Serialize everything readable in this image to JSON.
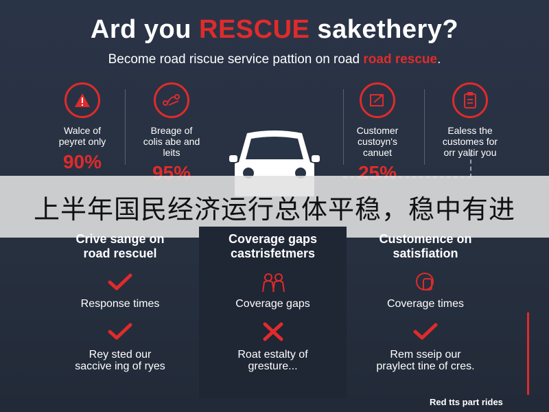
{
  "header": {
    "title_pre": "Ard you ",
    "title_accent": "RESCUE",
    "title_post": " sakethery?",
    "subtitle_pre": "Become road riscue service pattion on road ",
    "subtitle_accent": "road rescue",
    "subtitle_post": "."
  },
  "stats": [
    {
      "icon": "warning-icon",
      "line1": "Walce of",
      "line2": "peyret only",
      "value": "90%"
    },
    {
      "icon": "route-icon",
      "line1": "Breage of",
      "line2": "colis abe and",
      "line3": "leits",
      "value": "95%"
    },
    {
      "icon": "document-icon",
      "line1": "Customer",
      "line2": "custoyn's",
      "line3": "canuet",
      "value": "25%"
    },
    {
      "icon": "clipboard-icon",
      "line1": "Ealess the",
      "line2": "customes for",
      "line3": "orr yaltir you",
      "value": ""
    }
  ],
  "banner": {
    "text": "上半年国民经济运行总体平稳，稳中有进"
  },
  "columns": [
    {
      "heading1": "Crive sange on",
      "heading2": "road rescuel",
      "item1_icon": "check-icon",
      "item1_label": "Response times",
      "item2_icon": "check-icon",
      "item2_line1": "Rey sted our",
      "item2_line2": "saccive ing of ryes"
    },
    {
      "heading1": "Coverage gaps",
      "heading2": "castrisfetmers",
      "item1_icon": "people-icon",
      "item1_label": "Coverage gaps",
      "item2_icon": "cross-icon",
      "item2_line1": "Roat estalty of",
      "item2_line2": "gresture..."
    },
    {
      "heading1": "Customence on",
      "heading2": "satisfiation",
      "item1_icon": "hand-icon",
      "item1_label": "Coverage times",
      "item2_icon": "check-icon",
      "item2_line1": "Rem sseip our",
      "item2_line2": "praylect tine of cres."
    }
  ],
  "footer": {
    "text": "Red tts part rides"
  },
  "colors": {
    "accent": "#e02b2b",
    "background": "#283244",
    "text": "#ffffff"
  }
}
